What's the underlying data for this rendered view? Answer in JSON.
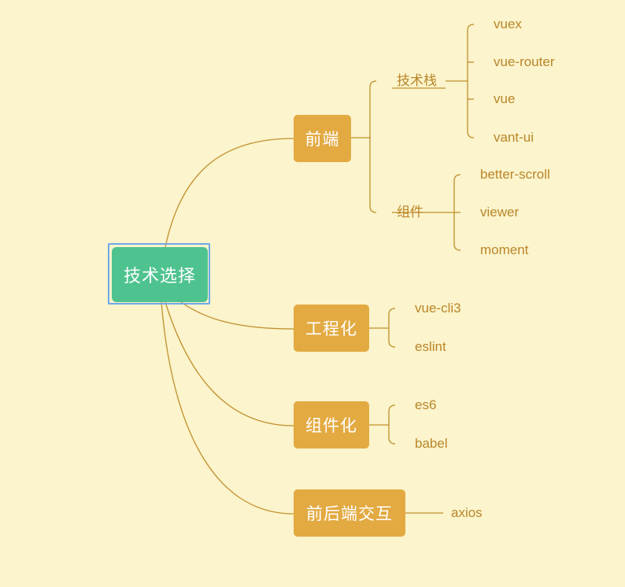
{
  "root": {
    "label": "技术选择"
  },
  "branches": [
    {
      "label": "前端",
      "children": [
        {
          "label": "技术栈",
          "children": [
            "vuex",
            "vue-router",
            "vue",
            "vant-ui"
          ]
        },
        {
          "label": "组件",
          "children": [
            "better-scroll",
            "viewer",
            "moment"
          ]
        }
      ]
    },
    {
      "label": "工程化",
      "children": [
        "vue-cli3",
        "eslint"
      ]
    },
    {
      "label": "组件化",
      "children": [
        "es6",
        "babel"
      ]
    },
    {
      "label": "前后端交互",
      "children": [
        "axios"
      ]
    }
  ],
  "colors": {
    "background": "#fbf4cc",
    "root_fill": "#4ec38f",
    "root_selection_border": "#6ea8e8",
    "branch_fill": "#e3aa42",
    "connector": "#c08f2c",
    "leaf_text": "#b9862a"
  }
}
